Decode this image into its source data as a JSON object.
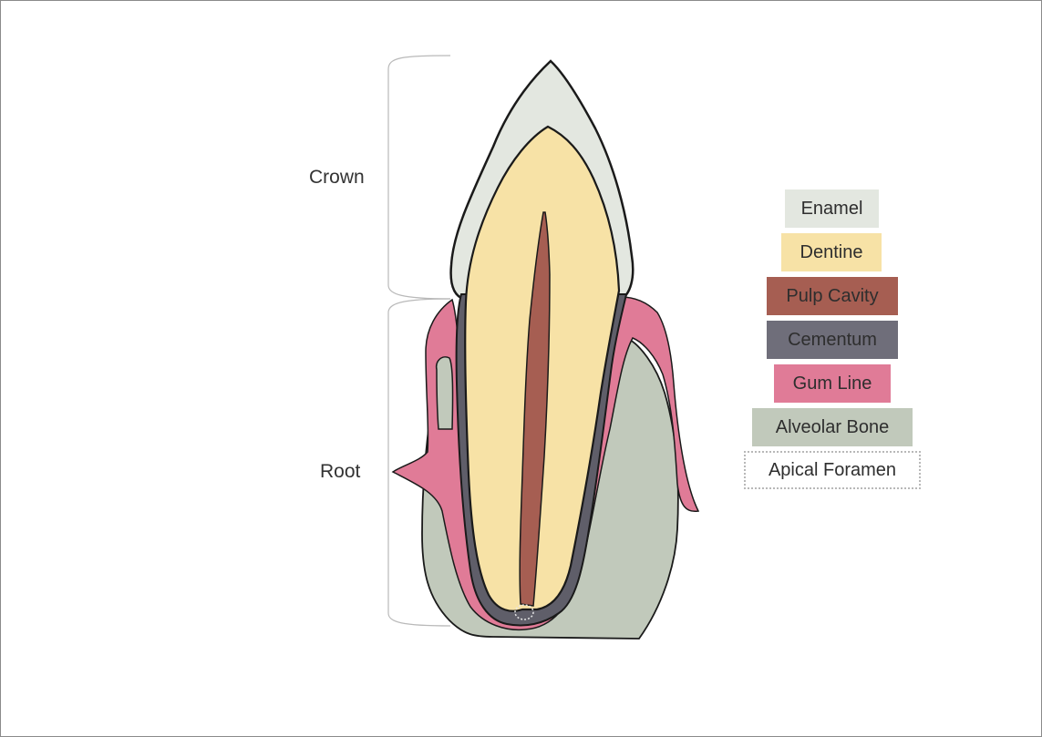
{
  "labels": {
    "crown": "Crown",
    "root": "Root"
  },
  "legend": [
    {
      "id": "enamel",
      "label": "Enamel",
      "color": "#e3e7e0"
    },
    {
      "id": "dentine",
      "label": "Dentine",
      "color": "#f7e2a6"
    },
    {
      "id": "pulp-cavity",
      "label": "Pulp Cavity",
      "color": "#a65e52"
    },
    {
      "id": "cementum",
      "label": "Cementum",
      "color": "#6f6e7a"
    },
    {
      "id": "gum-line",
      "label": "Gum Line",
      "color": "#e07b97"
    },
    {
      "id": "alveolar-bone",
      "label": "Alveolar Bone",
      "color": "#c1c9bb"
    },
    {
      "id": "apical-foramen",
      "label": "Apical Foramen",
      "color": "#ffffff",
      "dashed": true
    }
  ]
}
